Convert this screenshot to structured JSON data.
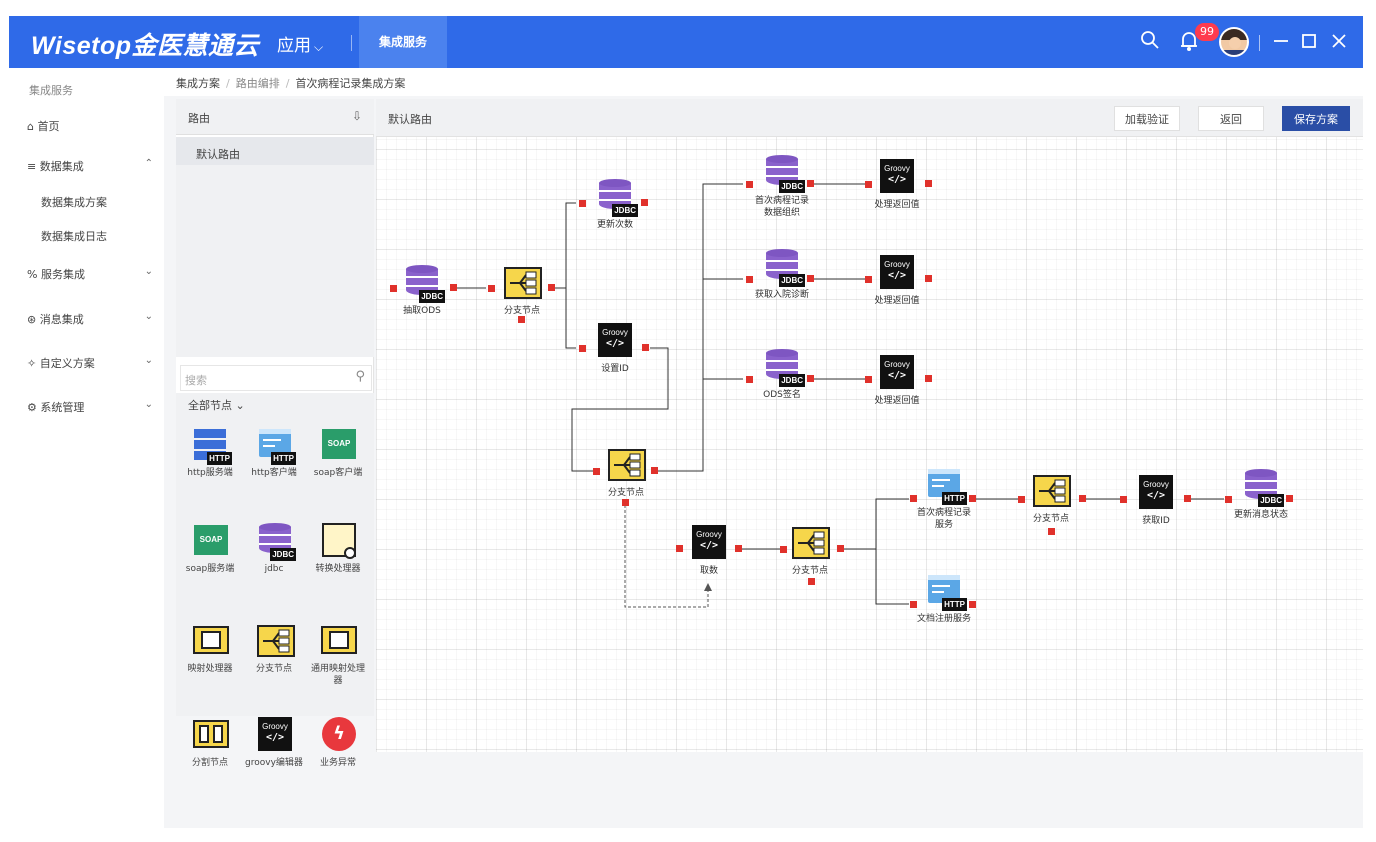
{
  "header": {
    "brand": "Wisetop金医慧通云",
    "apps_label": "应用",
    "active_tab": "集成服务",
    "notification_count": "99",
    "icons": [
      "search-icon",
      "bell-icon",
      "avatar",
      "minimize-icon",
      "maximize-icon",
      "close-icon"
    ]
  },
  "sidebar": {
    "title": "集成服务",
    "items": [
      {
        "label": "首页",
        "icon": "home-icon"
      },
      {
        "label": "数据集成",
        "icon": "data-icon"
      },
      {
        "label": "数据集成方案"
      },
      {
        "label": "数据集成日志"
      },
      {
        "label": "服务集成",
        "icon": "service-icon"
      },
      {
        "label": "消息集成",
        "icon": "message-icon"
      },
      {
        "label": "自定义方案",
        "icon": "custom-icon"
      },
      {
        "label": "系统管理",
        "icon": "settings-icon"
      }
    ]
  },
  "breadcrumb": [
    "集成方案",
    "路由编排",
    "首次病程记录集成方案"
  ],
  "route_panel": {
    "title": "路由",
    "default_route": "默认路由",
    "search_placeholder": "搜索",
    "all_nodes": "全部节点",
    "palette": [
      {
        "label": "http服务端",
        "type": "http-server"
      },
      {
        "label": "http客户端",
        "type": "http-client"
      },
      {
        "label": "soap客户端",
        "type": "soap-client"
      },
      {
        "label": "soap服务端",
        "type": "soap-server"
      },
      {
        "label": "jdbc",
        "type": "jdbc"
      },
      {
        "label": "转换处理器",
        "type": "transform"
      },
      {
        "label": "映射处理器",
        "type": "mapping"
      },
      {
        "label": "分支节点",
        "type": "branch"
      },
      {
        "label": "通用映射处理器",
        "type": "general-mapping"
      },
      {
        "label": "分割节点",
        "type": "split"
      },
      {
        "label": "groovy编辑器",
        "type": "groovy"
      },
      {
        "label": "业务异常",
        "type": "business-error"
      }
    ]
  },
  "canvas": {
    "title": "默认路由",
    "buttons": {
      "verify": "加载验证",
      "back": "返回",
      "save": "保存方案"
    },
    "tags": {
      "jdbc": "JDBC",
      "http": "HTTP",
      "soap": "SOAP",
      "groovy": "Groovy",
      "groovy_code": "</>"
    },
    "nodes": [
      {
        "id": "n1",
        "label": "抽取ODS",
        "type": "jdbc"
      },
      {
        "id": "n2",
        "label": "分支节点",
        "type": "branch"
      },
      {
        "id": "n3",
        "label": "更新次数",
        "type": "jdbc"
      },
      {
        "id": "n4",
        "label": "设置ID",
        "type": "groovy"
      },
      {
        "id": "n5",
        "label": "首次病程记录数据组织",
        "type": "jdbc"
      },
      {
        "id": "n6",
        "label": "处理返回值",
        "type": "groovy"
      },
      {
        "id": "n7",
        "label": "获取入院诊断",
        "type": "jdbc"
      },
      {
        "id": "n8",
        "label": "处理返回值",
        "type": "groovy"
      },
      {
        "id": "n9",
        "label": "ODS签名",
        "type": "jdbc"
      },
      {
        "id": "n10",
        "label": "处理返回值",
        "type": "groovy"
      },
      {
        "id": "n11",
        "label": "分支节点",
        "type": "branch"
      },
      {
        "id": "n12",
        "label": "取数",
        "type": "groovy"
      },
      {
        "id": "n13",
        "label": "分支节点",
        "type": "branch"
      },
      {
        "id": "n14",
        "label": "首次病程记录服务",
        "type": "http"
      },
      {
        "id": "n15",
        "label": "文档注册服务",
        "type": "http"
      },
      {
        "id": "n16",
        "label": "分支节点",
        "type": "branch"
      },
      {
        "id": "n17",
        "label": "获取ID",
        "type": "groovy"
      },
      {
        "id": "n18",
        "label": "更新消息状态",
        "type": "jdbc"
      }
    ]
  },
  "colors": {
    "header": "#2f6ae8",
    "primary_button": "#2a4ea6",
    "port": "#e0312b",
    "jdbc": "#8a62cc",
    "branch": "#f6d64b"
  }
}
